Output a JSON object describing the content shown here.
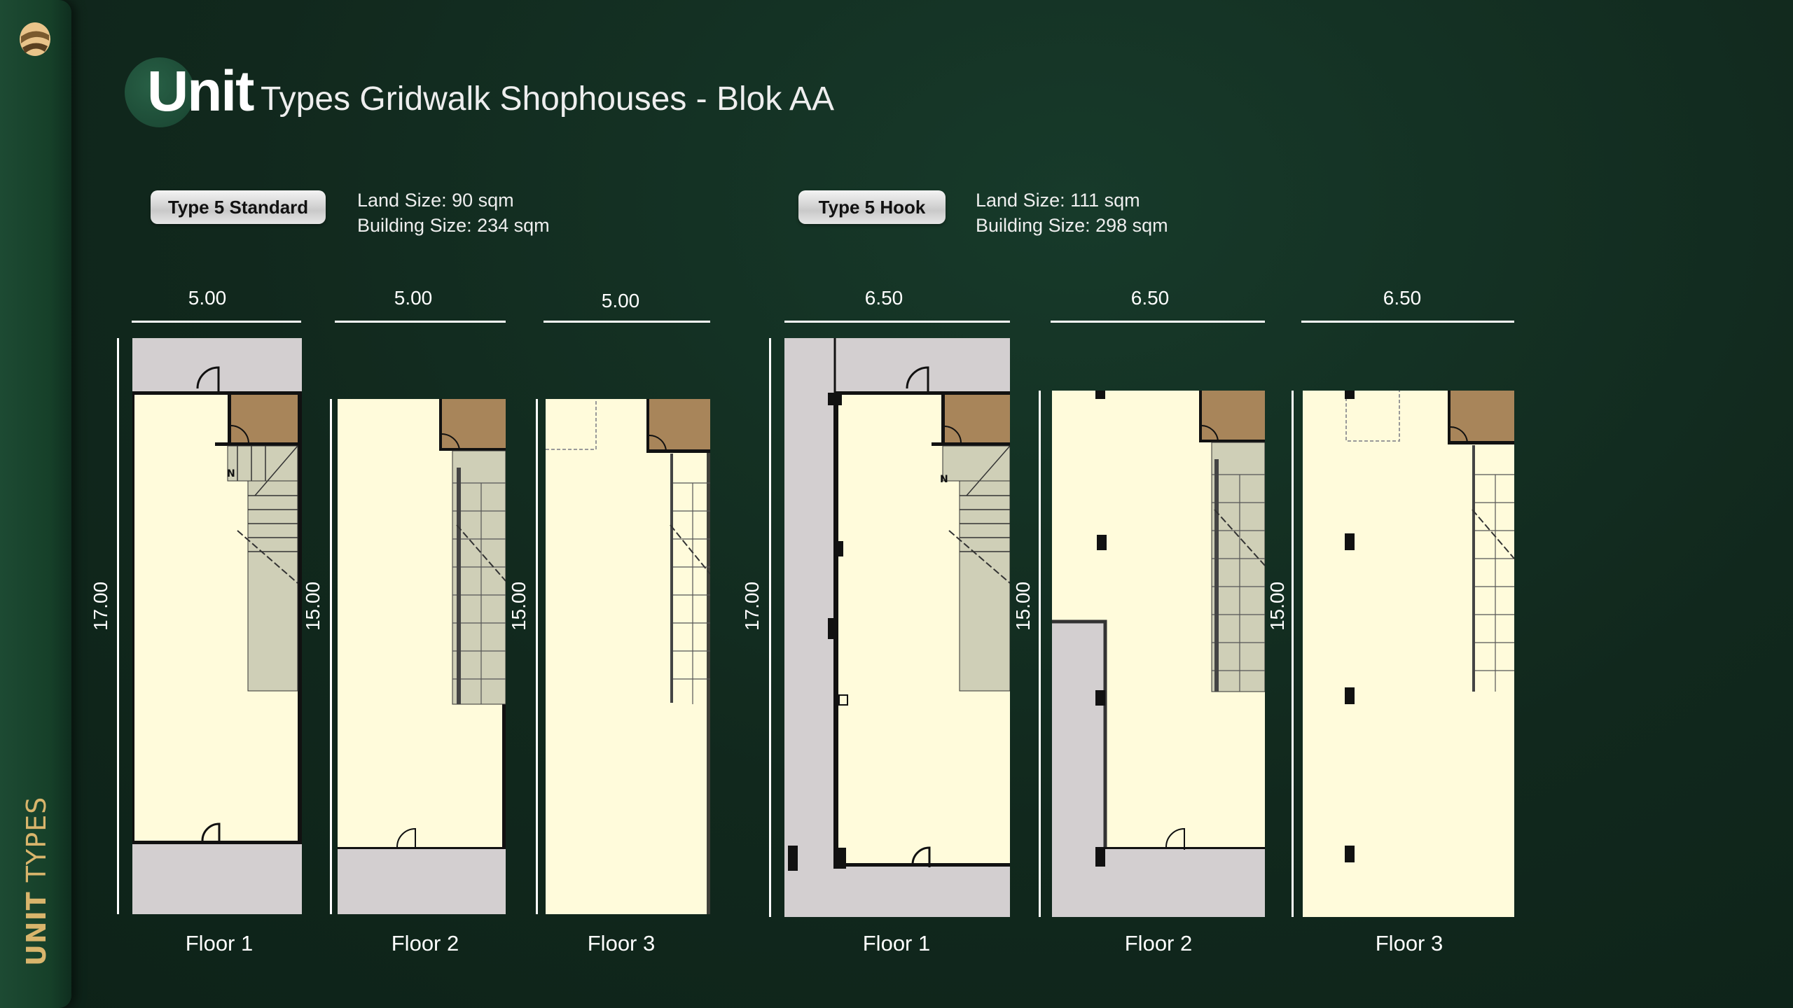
{
  "sidebar": {
    "label_bold": "UNIT",
    "label_rest": "TYPES",
    "logo": "brand-logo-icon"
  },
  "header": {
    "title_bold": "Unit",
    "title_rest": "Types Gridwalk Shophouses - Blok AA"
  },
  "units": [
    {
      "badge": "Type 5 Standard",
      "land_size": "Land Size: 90 sqm",
      "building_size": "Building Size: 234 sqm",
      "floors": [
        {
          "label": "Floor 1",
          "width": "5.00",
          "depth": "17.00"
        },
        {
          "label": "Floor 2",
          "width": "5.00",
          "depth": "15.00"
        },
        {
          "label": "Floor 3",
          "width": "5.00",
          "depth": "15.00"
        }
      ]
    },
    {
      "badge": "Type 5 Hook",
      "land_size": "Land Size: 111 sqm",
      "building_size": "Building Size: 298 sqm",
      "floors": [
        {
          "label": "Floor 1",
          "width": "6.50",
          "depth": "17.00"
        },
        {
          "label": "Floor 2",
          "width": "6.50",
          "depth": "15.00"
        },
        {
          "label": "Floor 3",
          "width": "6.50",
          "depth": "15.00"
        }
      ]
    }
  ],
  "plan_marks": {
    "north": "N"
  },
  "colors": {
    "background": "#11281d",
    "accent_gold": "#d9b56c",
    "floor_cream": "#fffbdb",
    "outdoor_grey": "#d3cfd0",
    "room_brown": "#a8855a",
    "stair_grey": "#cfcfb7"
  }
}
